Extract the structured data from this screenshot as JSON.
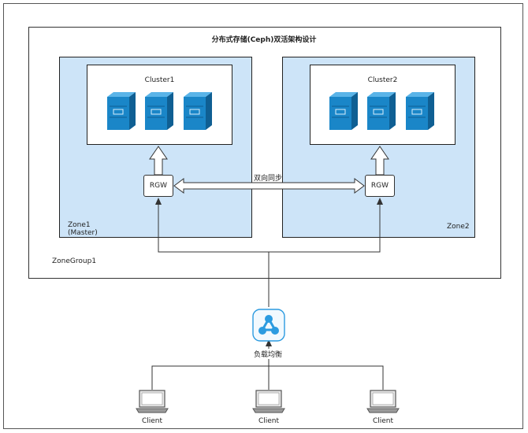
{
  "diagram": {
    "title": "分布式存储(Ceph)双活架构设计",
    "zonegroup_label": "ZoneGroup1",
    "zone1": {
      "label_line1": "Zone1",
      "label_line2": "(Master)",
      "cluster_label": "Cluster1",
      "rgw_label": "RGW"
    },
    "zone2": {
      "label": "Zone2",
      "cluster_label": "Cluster2",
      "rgw_label": "RGW"
    },
    "sync_label": "双向同步",
    "load_balancer_label": "负载均衡",
    "clients": [
      "Client",
      "Client",
      "Client"
    ],
    "colors": {
      "zone_fill": "#cde4f8",
      "server_blue": "#1a86c8",
      "lb_blue": "#2c9be0"
    }
  }
}
